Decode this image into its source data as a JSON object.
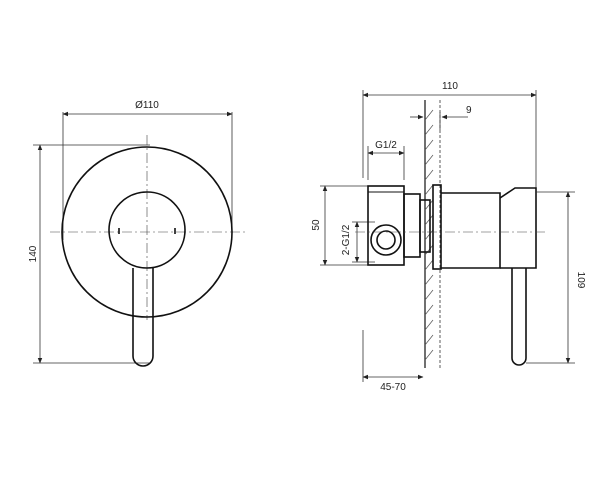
{
  "dimensions": {
    "front_diameter": "Ø110",
    "front_height": "140",
    "side_width": "110",
    "wall_offset": "9",
    "inlet_thread": "G1/2",
    "inlet_spacing": "50",
    "outlet_thread": "2-G1/2",
    "depth_range": "45-70",
    "total_height": "109"
  },
  "colors": {
    "line": "#111111",
    "dim_line": "#333333",
    "hatch": "#555555"
  }
}
